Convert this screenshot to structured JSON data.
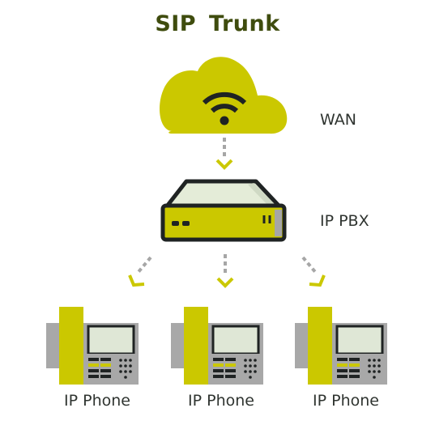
{
  "title": "SIP  Trunk",
  "nodes": {
    "wan": {
      "label": "WAN"
    },
    "pbx": {
      "label": "IP PBX"
    },
    "phones": [
      {
        "label": "IP Phone"
      },
      {
        "label": "IP Phone"
      },
      {
        "label": "IP Phone"
      }
    ]
  },
  "colors": {
    "accent": "#cbc800",
    "title": "#3f4c0e",
    "outline": "#1f2323",
    "arrow_gray": "#a6a6a6",
    "phone_body": "#a8a8a8",
    "screen": "#dfe7d6"
  }
}
